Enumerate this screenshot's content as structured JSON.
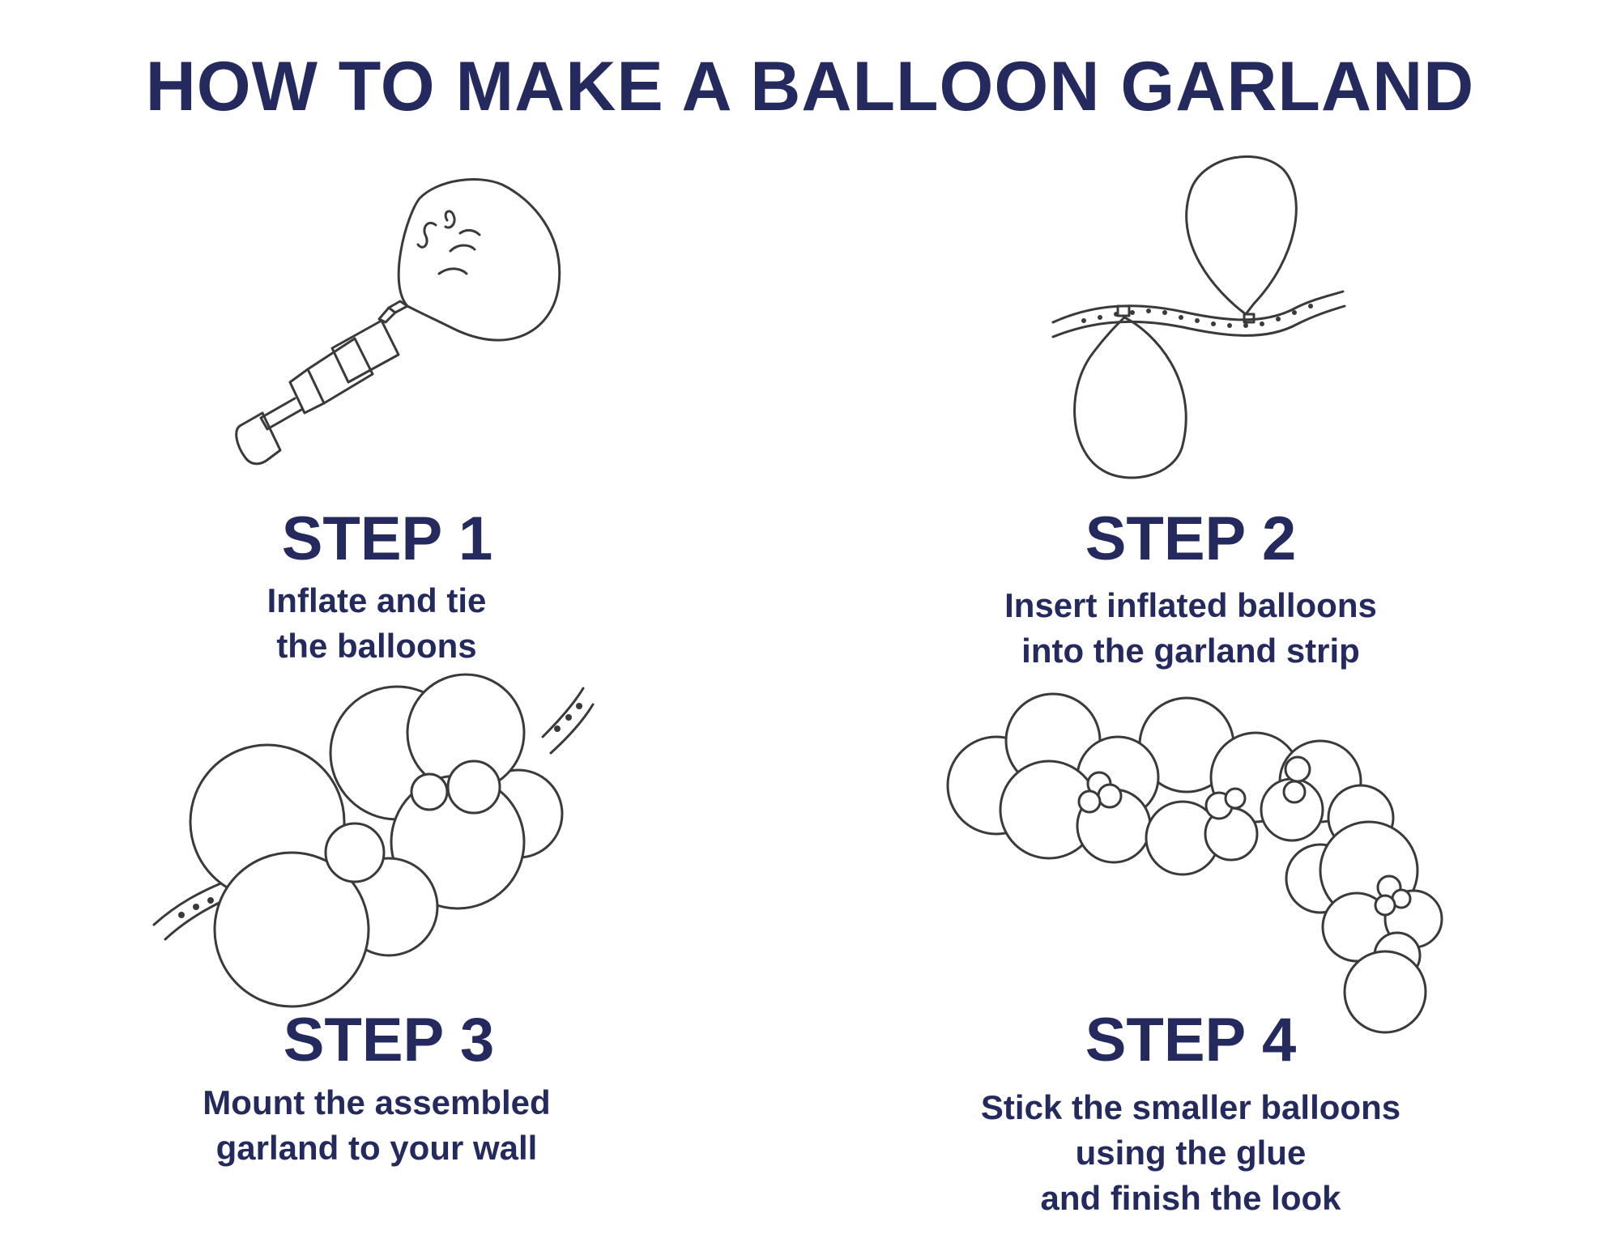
{
  "title": "HOW TO MAKE A BALLOON GARLAND",
  "colors": {
    "text": "#252a5e",
    "line_art": "#3a3a3a",
    "background": "#ffffff"
  },
  "steps": [
    {
      "title": "STEP 1",
      "lines": [
        "Inflate and tie",
        "the balloons"
      ],
      "illustration": "balloon-pump-icon"
    },
    {
      "title": "STEP 2",
      "lines": [
        "Insert inflated balloons",
        "into the garland strip"
      ],
      "illustration": "balloons-on-strip-icon"
    },
    {
      "title": "STEP 3",
      "lines": [
        "Mount the assembled",
        "garland to your wall"
      ],
      "illustration": "balloon-cluster-icon"
    },
    {
      "title": "STEP 4",
      "lines": [
        "Stick the smaller balloons",
        "using the glue",
        "and finish the look"
      ],
      "illustration": "finished-garland-icon"
    }
  ]
}
